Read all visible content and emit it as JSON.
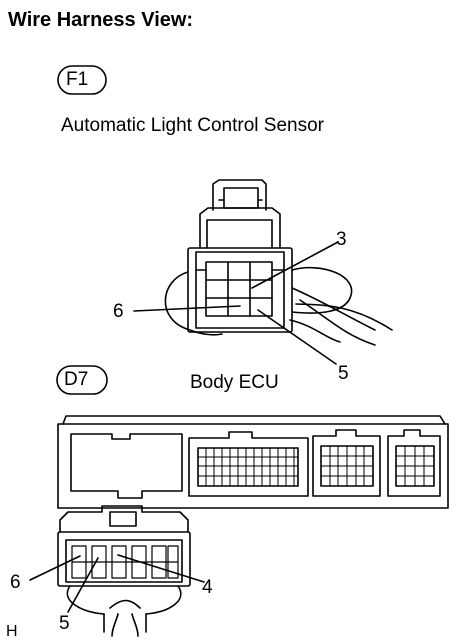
{
  "title": "Wire Harness View:",
  "connectors": [
    {
      "id": "F1",
      "name": "Automatic Light Control Sensor",
      "pins": [
        "3",
        "6",
        "5"
      ]
    },
    {
      "id": "D7",
      "name": "Body ECU",
      "pins": [
        "6",
        "5",
        "4"
      ]
    }
  ],
  "footer_code": "H"
}
